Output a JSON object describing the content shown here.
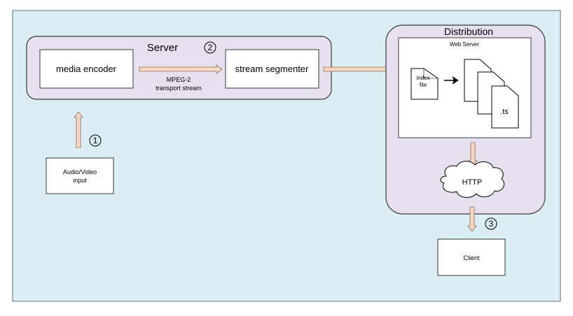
{
  "colors": {
    "canvas_bg": "#dbeef3",
    "canvas_border": "#5b6f78",
    "group_fill": "#e7e0ee",
    "group_stroke": "#3a3a3a",
    "box_fill": "#ffffff",
    "arrow_fill": "#f8d8c4",
    "arrow_stroke": "#8a6a5a"
  },
  "server": {
    "title": "Server",
    "step": "2",
    "encoder_label": "media encoder",
    "segmenter_label": "stream segmenter",
    "link_label_line1": "MPEG-2",
    "link_label_line2": "transport stream"
  },
  "input": {
    "label_line1": "Audio/Video",
    "label_line2": "input",
    "step": "1"
  },
  "distribution": {
    "title": "Distribution",
    "web_server_label": "Web Server",
    "index_file_line1": "index",
    "index_file_line2": "file",
    "ts_label": ".ts",
    "http_label": "HTTP",
    "step": "3"
  },
  "client": {
    "label": "Client"
  },
  "icons": {
    "step_badge": "circled-number-icon",
    "file": "document-icon",
    "cloud": "cloud-icon",
    "arrow": "block-arrow-icon"
  }
}
